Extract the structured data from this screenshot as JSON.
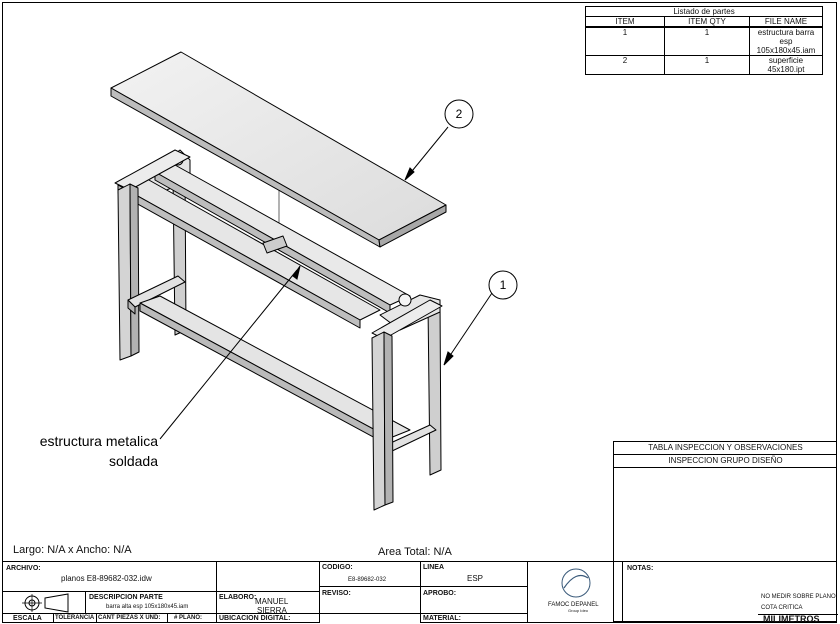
{
  "parts_list": {
    "title": "Listado de partes",
    "headers": [
      "ITEM",
      "ITEM QTY",
      "FILE NAME"
    ],
    "rows": [
      {
        "item": "1",
        "qty": "1",
        "file_lines": [
          "estructura barra",
          "esp",
          "105x180x45.iam"
        ]
      },
      {
        "item": "2",
        "qty": "1",
        "file_lines": [
          "superficie",
          "45x180.ipt"
        ]
      }
    ]
  },
  "drawing": {
    "balloons": [
      "2",
      "1"
    ],
    "annotation_lines": [
      "estructura metalica",
      "soldada"
    ]
  },
  "dimensions": {
    "largo_ancho": "Largo: N/A x Ancho: N/A",
    "area_total": "Area Total: N/A"
  },
  "inspection": {
    "title": "TABLA INSPECCION Y OBSERVACIONES",
    "subtitle": "INSPECCION GRUPO DISEÑO"
  },
  "title_block": {
    "archivo_label": "ARCHIVO:",
    "archivo_value": "planos E8-89682-032.idw",
    "descripcion_label": "DESCRIPCION PARTE",
    "descripcion_value": "barra alta esp 105x180x45.iam",
    "escala_label": "ESCALA",
    "tolerancia_label": "TOLERANCIA",
    "cant_label": "CANT PIEZAS X UND:",
    "plano_label": "# PLANO:",
    "elaboro_label": "ELABORO:",
    "elaboro_value_lines": [
      "MANUEL",
      "SIERRA"
    ],
    "ubicacion_label": "UBICACION DIGITAL:",
    "codigo_label": "CODIGO:",
    "codigo_value": "E8-89682-032",
    "reviso_label": "REVISO:",
    "linea_label": "LINEA",
    "linea_value": "ESP",
    "aprobo_label": "APROBO:",
    "material_label": "MATERIAL:",
    "logo_text": "FAMOC DEPANEL",
    "logo_subtext": "Group Ideo",
    "notas_label": "NOTAS:",
    "nota_1": "NO MEDIR SOBRE PLANO",
    "nota_2": "COTA CRITICA",
    "units": "MILIMETROS"
  }
}
